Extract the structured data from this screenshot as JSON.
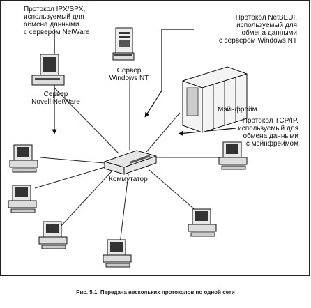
{
  "labels": {
    "ipx_protocol": "Протокол IPX/SPX,\nиспользуемый для\nобмена данными\nс сервером NetWare",
    "netbeui_protocol": "Протокол NetBEUI,\nиспользуемый для\nобмена данными\nс сервером Windows NT",
    "server_nt": "Сервер\nWindows NT",
    "server_netware": "Сервер\nNovell NetWare",
    "mainframe": "Мэйнфрейм",
    "tcpip_protocol": "Протокол TCP/IP,\nиспользуемый для\nобмена данными\nс мэйнфреймом",
    "switch": "Коммутатор"
  },
  "caption": "Рис. 5.1. Передача нескольких протоколов по одной сети"
}
